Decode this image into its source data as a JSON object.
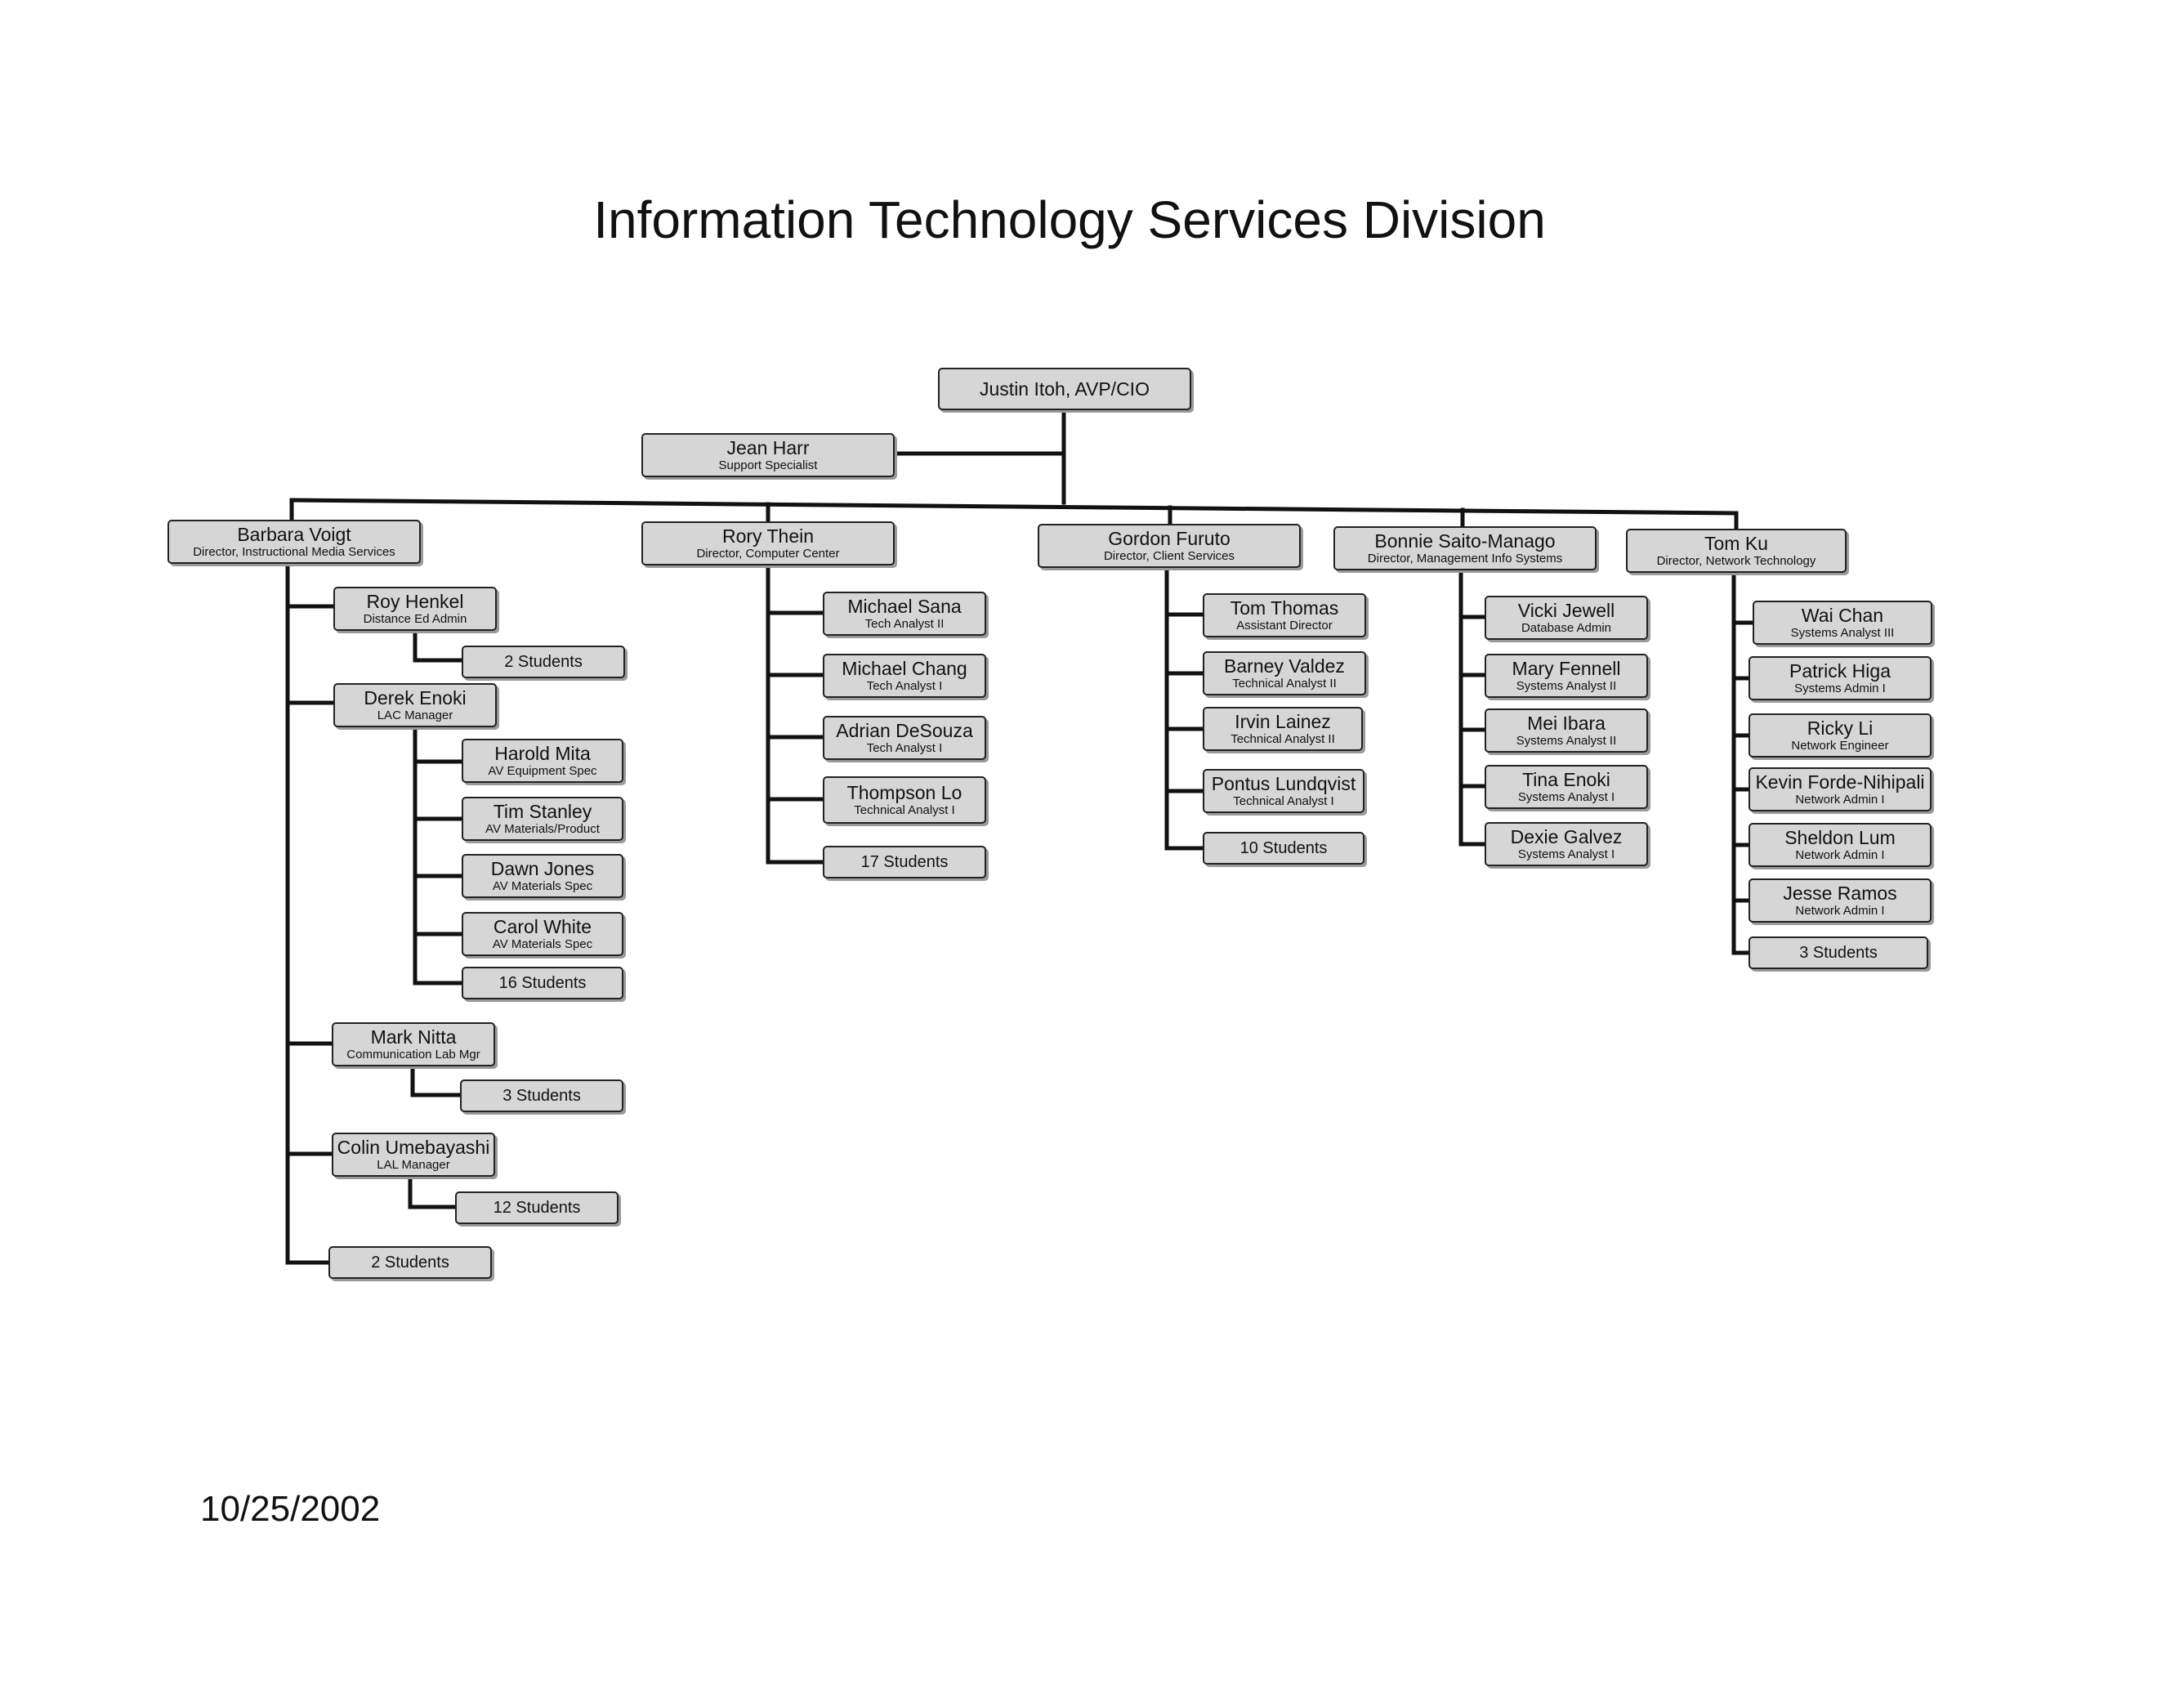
{
  "title": "Information Technology Services Division",
  "date": "10/25/2002",
  "nodes": [
    {
      "id": "itoh",
      "name": "Justin Itoh, AVP/CIO",
      "role": ""
    },
    {
      "id": "harr",
      "name": "Jean Harr",
      "role": "Support Specialist"
    },
    {
      "id": "voigt",
      "name": "Barbara Voigt",
      "role": "Director, Instructional Media Services"
    },
    {
      "id": "henkel",
      "name": "Roy Henkel",
      "role": "Distance Ed Admin"
    },
    {
      "id": "henkel-st",
      "name": "2 Students",
      "role": ""
    },
    {
      "id": "enoki-d",
      "name": "Derek Enoki",
      "role": "LAC Manager"
    },
    {
      "id": "mita",
      "name": "Harold Mita",
      "role": "AV Equipment Spec"
    },
    {
      "id": "stanley",
      "name": "Tim Stanley",
      "role": "AV Materials/Product"
    },
    {
      "id": "jones",
      "name": "Dawn Jones",
      "role": "AV Materials Spec"
    },
    {
      "id": "white",
      "name": "Carol White",
      "role": "AV Materials Spec"
    },
    {
      "id": "enoki-d-st",
      "name": "16 Students",
      "role": ""
    },
    {
      "id": "nitta",
      "name": "Mark Nitta",
      "role": "Communication Lab Mgr"
    },
    {
      "id": "nitta-st",
      "name": "3 Students",
      "role": ""
    },
    {
      "id": "umebayashi",
      "name": "Colin Umebayashi",
      "role": "LAL Manager"
    },
    {
      "id": "umebayashi-st",
      "name": "12 Students",
      "role": ""
    },
    {
      "id": "voigt-st",
      "name": "2 Students",
      "role": ""
    },
    {
      "id": "thein",
      "name": "Rory Thein",
      "role": "Director, Computer Center"
    },
    {
      "id": "sana",
      "name": "Michael Sana",
      "role": "Tech Analyst II"
    },
    {
      "id": "chang",
      "name": "Michael Chang",
      "role": "Tech Analyst I"
    },
    {
      "id": "desouza",
      "name": "Adrian DeSouza",
      "role": "Tech Analyst I"
    },
    {
      "id": "lo",
      "name": "Thompson Lo",
      "role": "Technical Analyst I"
    },
    {
      "id": "thein-st",
      "name": "17 Students",
      "role": ""
    },
    {
      "id": "furuto",
      "name": "Gordon Furuto",
      "role": "Director, Client Services"
    },
    {
      "id": "thomas",
      "name": "Tom Thomas",
      "role": "Assistant Director"
    },
    {
      "id": "valdez",
      "name": "Barney Valdez",
      "role": "Technical Analyst II"
    },
    {
      "id": "lainez",
      "name": "Irvin Lainez",
      "role": "Technical Analyst II"
    },
    {
      "id": "lundqvist",
      "name": "Pontus Lundqvist",
      "role": "Technical Analyst I"
    },
    {
      "id": "furuto-st",
      "name": "10 Students",
      "role": ""
    },
    {
      "id": "saito",
      "name": "Bonnie Saito-Manago",
      "role": "Director, Management Info Systems"
    },
    {
      "id": "jewell",
      "name": "Vicki Jewell",
      "role": "Database Admin"
    },
    {
      "id": "fennell",
      "name": "Mary Fennell",
      "role": "Systems Analyst II"
    },
    {
      "id": "ibara",
      "name": "Mei Ibara",
      "role": "Systems Analyst II"
    },
    {
      "id": "enoki-t",
      "name": "Tina Enoki",
      "role": "Systems Analyst I"
    },
    {
      "id": "galvez",
      "name": "Dexie Galvez",
      "role": "Systems Analyst I"
    },
    {
      "id": "ku",
      "name": "Tom Ku",
      "role": "Director, Network Technology"
    },
    {
      "id": "chan",
      "name": "Wai Chan",
      "role": "Systems Analyst III"
    },
    {
      "id": "higa",
      "name": "Patrick Higa",
      "role": "Systems Admin I"
    },
    {
      "id": "li",
      "name": "Ricky Li",
      "role": "Network Engineer"
    },
    {
      "id": "forde",
      "name": "Kevin Forde-Nihipali",
      "role": "Network Admin I"
    },
    {
      "id": "lum",
      "name": "Sheldon Lum",
      "role": "Network Admin I"
    },
    {
      "id": "ramos",
      "name": "Jesse Ramos",
      "role": "Network Admin I"
    },
    {
      "id": "ku-st",
      "name": "3 Students",
      "role": ""
    }
  ]
}
